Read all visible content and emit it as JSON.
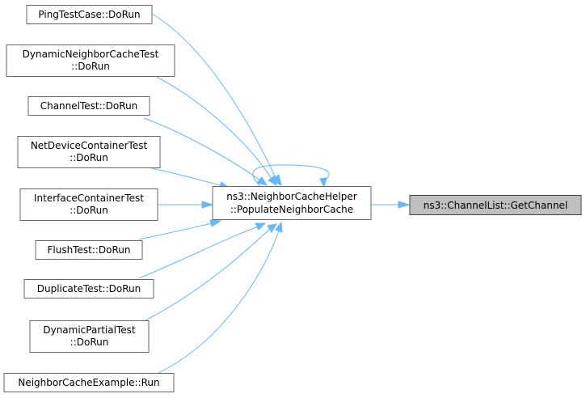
{
  "graph": {
    "colors": {
      "edge": "#63b8ff",
      "node_border": "#666666",
      "target_fill": "#bfbfbf"
    },
    "callers": [
      {
        "id": "ping",
        "lines": [
          "PingTestCase::DoRun"
        ]
      },
      {
        "id": "dyncache",
        "lines": [
          "DynamicNeighborCacheTest",
          "::DoRun"
        ]
      },
      {
        "id": "channeltest",
        "lines": [
          "ChannelTest::DoRun"
        ]
      },
      {
        "id": "netdev",
        "lines": [
          "NetDeviceContainerTest",
          "::DoRun"
        ]
      },
      {
        "id": "iface",
        "lines": [
          "InterfaceContainerTest",
          "::DoRun"
        ]
      },
      {
        "id": "flush",
        "lines": [
          "FlushTest::DoRun"
        ]
      },
      {
        "id": "dup",
        "lines": [
          "DuplicateTest::DoRun"
        ]
      },
      {
        "id": "dynpart",
        "lines": [
          "DynamicPartialTest",
          "::DoRun"
        ]
      },
      {
        "id": "example",
        "lines": [
          "NeighborCacheExample::Run"
        ]
      }
    ],
    "center": {
      "id": "populate",
      "lines": [
        "ns3::NeighborCacheHelper",
        "::PopulateNeighborCache"
      ]
    },
    "callee": {
      "id": "getchannel",
      "lines": [
        "ns3::ChannelList::GetChannel"
      ]
    }
  }
}
